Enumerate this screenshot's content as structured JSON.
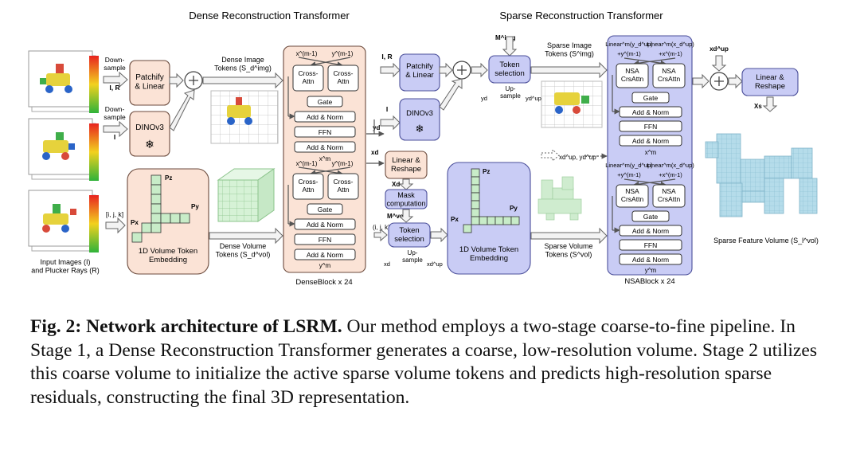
{
  "headings": {
    "dense": "Dense Reconstruction Transformer",
    "sparse": "Sparse Reconstruction Transformer"
  },
  "left": {
    "downsample": "Down-\nsample",
    "downsample_ir": "I, R",
    "downsample_i": "I",
    "patchify": "Patchify\n& Linear",
    "dinov3": "DINOv3",
    "input_caption": "Input Images (I)\nand Plucker Rays (R)",
    "ijk": "[i, j, k]",
    "volume_embed": "1D Volume Token\nEmbedding",
    "px": "Px",
    "py": "Py",
    "pz": "Pz",
    "dense_image_tokens": "Dense Image\nTokens (S_d^img)",
    "dense_volume_tokens": "Dense Volume\nTokens (S_d^vol)"
  },
  "dense_block": {
    "y_top": "y^(m-1)",
    "x_top": "x^(m-1)",
    "cross_attn": "Cross-\nAttn",
    "gate": "Gate",
    "add_norm": "Add & Norm",
    "ffn": "FFN",
    "x_mid": "x^m",
    "y_out": "y^m",
    "label": "DenseBlock x 24"
  },
  "middle": {
    "yd": "yd",
    "xd": "xd",
    "ir": "I, R",
    "i": "I",
    "patchify": "Patchify\n& Linear",
    "dinov3": "DINOv3",
    "linear_reshape": "Linear &\nReshape",
    "Xd": "Xd",
    "mask": "Mask\ncomputation",
    "mvol": "M^vol",
    "mimg": "M^img",
    "ijk": "(i, j, k)",
    "token_selection": "Token\nselection",
    "upsample": "Up-\nsample",
    "yd_small": "yd",
    "xd_small": "xd",
    "yd_up": "yd^up",
    "xd_up": "xd^up",
    "sparse_image_tokens": "Sparse Image\nTokens (S^img)",
    "volume_embed": "1D Volume Token\nEmbedding",
    "px": "Px",
    "py": "Py",
    "pz": "Pz",
    "sparse_volume_tokens": "Sparse Volume\nTokens (S^vol)",
    "xy_up": "xd^up, yd^up"
  },
  "nsa_block": {
    "linear_y": "Linear^m(y_d^up)",
    "linear_x": "Linear^m(x_d^up)",
    "plus_y": "+y^(m-1)",
    "plus_x": "+x^(m-1)",
    "nsa": "NSA\nCrsAttn",
    "gate": "Gate",
    "add_norm": "Add & Norm",
    "ffn": "FFN",
    "x_mid": "x^m",
    "y_out": "y^m",
    "label": "NSABlock x 24"
  },
  "right": {
    "xd_up": "xd^up",
    "linear_reshape": "Linear &\nReshape",
    "xs": "Xs",
    "sparse_feature_volume": "Sparse Feature Volume (S_l^vol)"
  },
  "caption": {
    "lead": "Fig. 2: Network architecture of LSRM.",
    "body": " Our method employs a two-stage coarse-to-fine pipeline. In Stage 1, a Dense Reconstruction Transformer generates a coarse, low-resolution volume. Stage 2 utilizes this coarse volume to initialize the active sparse volume tokens and predicts high-resolution sparse residuals, constructing the final 3D representation."
  },
  "colors": {
    "dense_fill": "#fbe3d6",
    "sparse_fill": "#c9ccf5",
    "voxel_green": "#c8ecc8",
    "voxel_blue": "#a8d6ea"
  }
}
